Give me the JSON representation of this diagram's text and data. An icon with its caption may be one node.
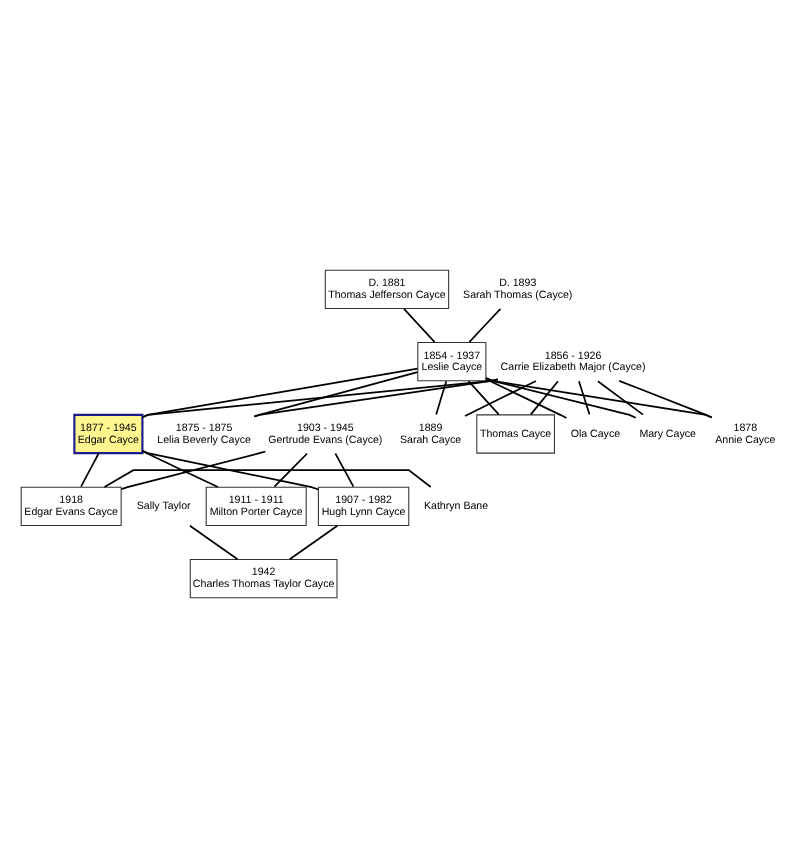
{
  "diagram": {
    "nodes": [
      {
        "text": [
          "D. 1881",
          "Thomas Jefferson Cayce"
        ]
      },
      {
        "text": [
          "D. 1893",
          "Sarah Thomas (Cayce)"
        ]
      },
      {
        "text": [
          "1854 - 1937",
          "Leslie Cayce"
        ]
      },
      {
        "text": [
          "1856 - 1926",
          "Carrie Elizabeth Major (Cayce)"
        ]
      },
      {
        "text": [
          "1875 - 1875",
          "Lelia Beverly Cayce"
        ]
      },
      {
        "text": [
          "1877 - 1945",
          "Edgar Cayce"
        ]
      },
      {
        "text": [
          "1878",
          "Annie Cayce"
        ]
      },
      {
        "text": [
          "Mary Cayce"
        ]
      },
      {
        "text": [
          "Ola Cayce"
        ]
      },
      {
        "text": [
          "1889",
          "Sarah Cayce"
        ]
      },
      {
        "text": [
          "Thomas Cayce"
        ]
      },
      {
        "text": [
          "1903 - 1945",
          "Gertrude Evans (Cayce)"
        ]
      },
      {
        "text": [
          "1907 - 1982",
          "Hugh Lynn Cayce"
        ]
      },
      {
        "text": [
          "Sally Taylor"
        ]
      },
      {
        "text": [
          "1911 - 1911",
          "Milton Porter Cayce"
        ]
      },
      {
        "text": [
          "1918",
          "Edgar Evans Cayce"
        ]
      },
      {
        "text": [
          "Kathryn Bane"
        ]
      },
      {
        "text": [
          "1942",
          "Charles Thomas Taylor Cayce"
        ]
      }
    ],
    "edges": [
      {
        "from": 0,
        "to": 2,
        "arrow": "none"
      },
      {
        "from": 1,
        "to": 2,
        "arrow": "none"
      },
      {
        "from": 2,
        "to": 4,
        "arrow": "none"
      },
      {
        "from": 3,
        "to": 4,
        "arrow": "none"
      },
      {
        "from": 2,
        "to": 5,
        "arrow": "none"
      },
      {
        "from": 3,
        "to": 5,
        "arrow": "none"
      },
      {
        "from": 2,
        "to": 6,
        "arrow": "none"
      },
      {
        "from": 3,
        "to": 6,
        "arrow": "none"
      },
      {
        "from": 2,
        "to": 7,
        "arrow": "none"
      },
      {
        "from": 3,
        "to": 7,
        "arrow": "none"
      },
      {
        "from": 2,
        "to": 8,
        "arrow": "none"
      },
      {
        "from": 3,
        "to": 8,
        "arrow": "none"
      },
      {
        "from": 2,
        "to": 9,
        "arrow": "none"
      },
      {
        "from": 3,
        "to": 9,
        "arrow": "none"
      },
      {
        "from": 2,
        "to": 10,
        "arrow": "none"
      },
      {
        "from": 3,
        "to": 10,
        "arrow": "none"
      },
      {
        "from": 5,
        "to": 12,
        "arrow": "none"
      },
      {
        "from": 11,
        "to": 12,
        "arrow": "none"
      },
      {
        "from": 5,
        "to": 14,
        "arrow": "none"
      },
      {
        "from": 11,
        "to": 14,
        "arrow": "none"
      },
      {
        "from": 5,
        "to": 15,
        "arrow": "none"
      },
      {
        "from": 11,
        "to": 15,
        "arrow": "none"
      },
      {
        "from": 12,
        "to": 17,
        "arrow": "none"
      },
      {
        "from": 13,
        "to": 17,
        "arrow": "none"
      },
      {
        "from": 15,
        "to": 16,
        "arrow": "none"
      }
    ]
  }
}
